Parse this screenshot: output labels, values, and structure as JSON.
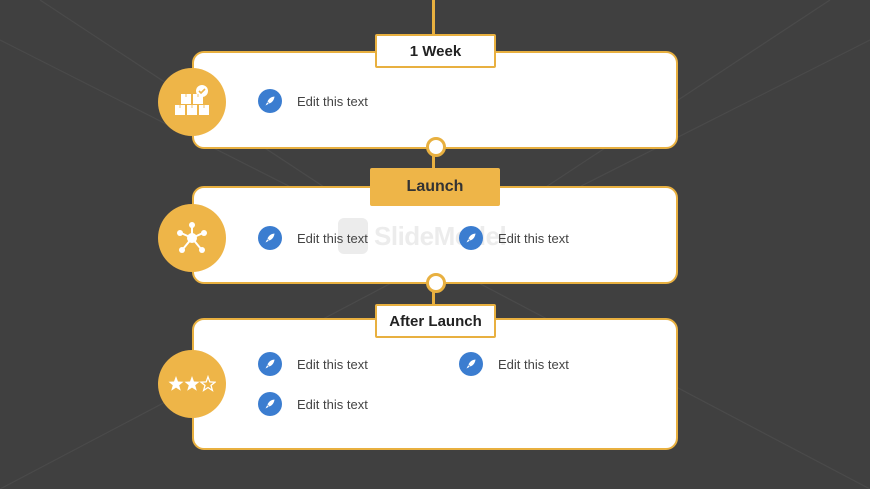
{
  "colors": {
    "background": "#404040",
    "accent": "#EEB548",
    "bullet": "#3B7DD0"
  },
  "watermark": "SlideModel",
  "stages": [
    {
      "label": "1 Week",
      "icon": "boxes-check-icon",
      "items": [
        "Edit this text"
      ]
    },
    {
      "label": "Launch",
      "icon": "network-hub-icon",
      "items": [
        "Edit this text",
        "Edit this text"
      ]
    },
    {
      "label": "After Launch",
      "icon": "three-stars-icon",
      "items": [
        "Edit this text",
        "Edit this text",
        "Edit this text"
      ]
    }
  ]
}
